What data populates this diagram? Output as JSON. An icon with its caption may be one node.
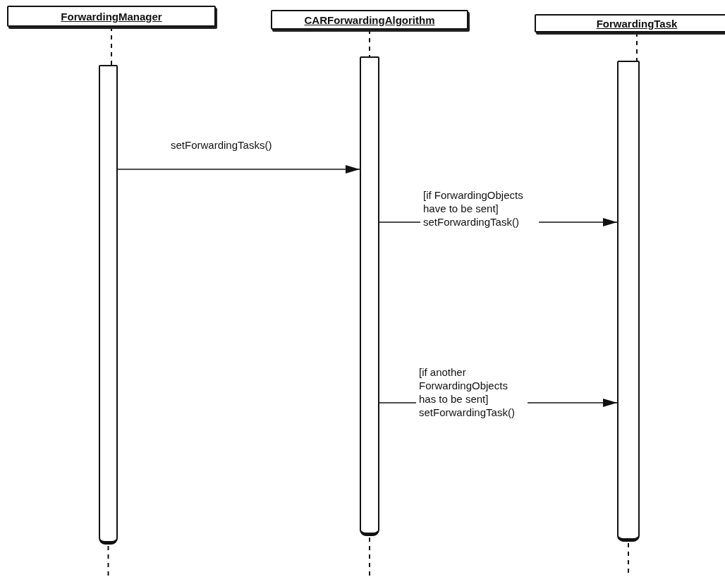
{
  "diagram": {
    "nodes": [
      {
        "text": [
          "ForwardingManager"
        ]
      },
      {
        "text": [
          "CARForwardingAlgorithm"
        ]
      },
      {
        "text": [
          "ForwardingTask"
        ]
      },
      {
        "text": [],
        "shape": "bar"
      },
      {
        "text": [],
        "shape": "bar"
      },
      {
        "text": [],
        "shape": "bar"
      }
    ],
    "edges": [
      {
        "from": 0,
        "to": 3,
        "arrow": "none",
        "style": "dashed"
      },
      {
        "from": 1,
        "to": 4,
        "arrow": "none",
        "style": "dashed"
      },
      {
        "from": 2,
        "to": 5,
        "arrow": "none",
        "style": "dashed"
      },
      {
        "from": 3,
        "to": 4,
        "arrow": "to",
        "label": "setForwardingTasks()"
      },
      {
        "from": 4,
        "to": 5,
        "arrow": "to",
        "label": "[if ForwardingObjects have to be sent] setForwardingTask()"
      },
      {
        "from": 4,
        "to": 5,
        "arrow": "to",
        "label": "[if another ForwardingObjects has to be sent] setForwardingTask()"
      },
      {
        "from": 3,
        "to": null,
        "arrow": "none",
        "style": "dashed"
      },
      {
        "from": 4,
        "to": null,
        "arrow": "none",
        "style": "dashed"
      },
      {
        "from": 5,
        "to": null,
        "arrow": "none",
        "style": "dashed"
      }
    ]
  }
}
